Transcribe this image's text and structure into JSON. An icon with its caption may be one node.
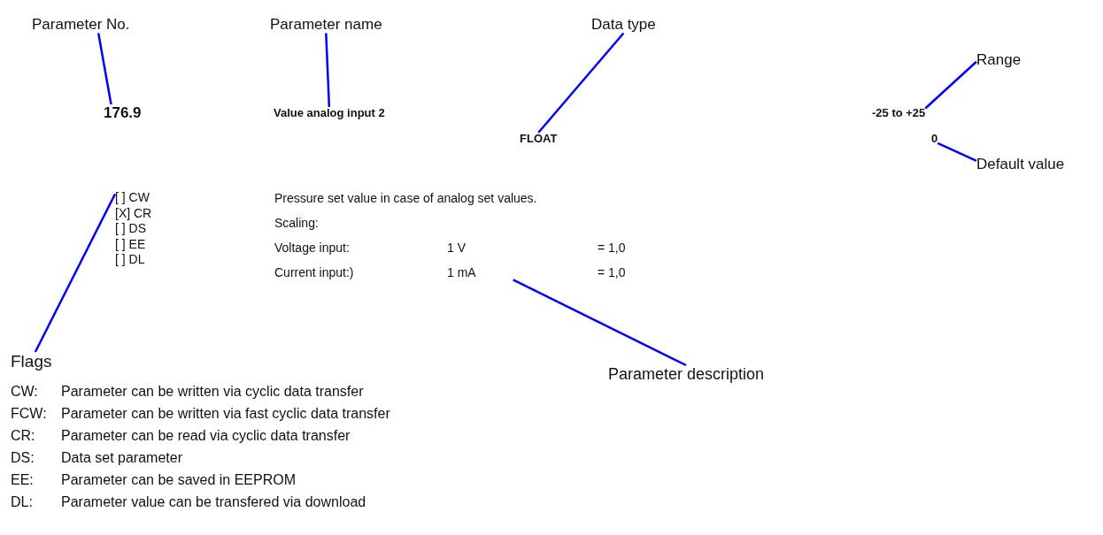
{
  "diagram": {
    "nodes": [
      {
        "text": [
          "Parameter No."
        ]
      },
      {
        "text": [
          "Parameter name"
        ]
      },
      {
        "text": [
          "Data type"
        ]
      },
      {
        "text": [
          "Range"
        ]
      },
      {
        "text": [
          "176.9"
        ]
      },
      {
        "text": [
          "Value analog input 2"
        ]
      },
      {
        "text": [
          "FLOAT"
        ]
      },
      {
        "text": [
          "-25 to +25"
        ]
      },
      {
        "text": [
          "0"
        ]
      },
      {
        "text": [
          "Default value"
        ]
      },
      {
        "text": [
          "[ ] CW",
          "[X] CR",
          "[ ] DS",
          "[ ] EE",
          "[ ] DL"
        ]
      },
      {
        "text": [
          "Pressure set value in case of analog set values.",
          "Scaling:",
          "Voltage input:",
          "1 V",
          "= 1,0",
          "Current input:)",
          "1 mA",
          "= 1,0"
        ]
      },
      {
        "text": [
          "Flags"
        ]
      },
      {
        "text": [
          "Parameter description"
        ]
      }
    ],
    "edges": [
      {
        "from": 0,
        "to": 4,
        "arrow": "none"
      },
      {
        "from": 1,
        "to": 5,
        "arrow": "none"
      },
      {
        "from": 2,
        "to": 6,
        "arrow": "none"
      },
      {
        "from": 3,
        "to": 7,
        "arrow": "none"
      },
      {
        "from": 9,
        "to": 8,
        "arrow": "none"
      },
      {
        "from": 12,
        "to": 10,
        "arrow": "none"
      },
      {
        "from": 13,
        "to": 11,
        "arrow": "none"
      }
    ],
    "labels": [
      "CW:",
      "Parameter can be written via cyclic data transfer",
      "FCW:",
      "Parameter can be written via fast cyclic data transfer",
      "CR:",
      "Parameter can be read via cyclic data transfer",
      "DS:",
      "Data set parameter",
      "EE:",
      "Parameter can be saved in EEPROM",
      "DL:",
      "Parameter value can be transfered via download"
    ]
  }
}
